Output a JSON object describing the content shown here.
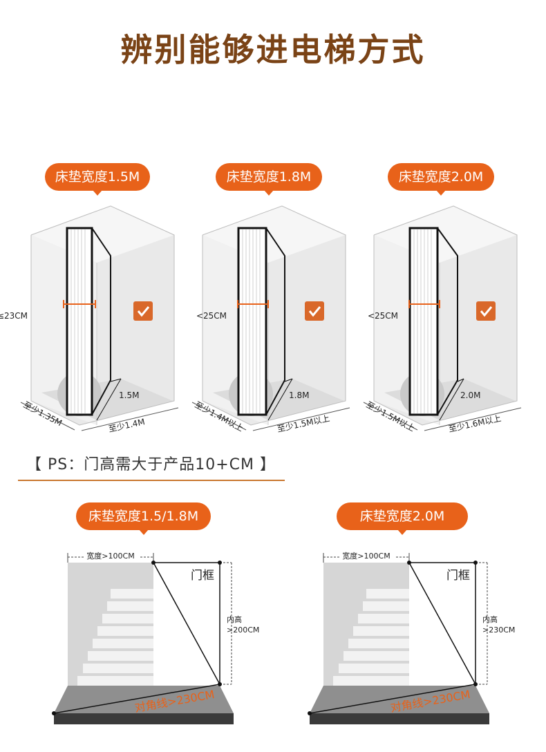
{
  "title": "辨别能够进电梯方式",
  "ps_note": "【 PS：门高需大于产品10+CM 】",
  "top_panels": [
    {
      "label": "床垫宽度1.5M",
      "thickness": "≤23CM",
      "height": "1.5M",
      "depth": "至少1.35M",
      "width": "至少1.4M"
    },
    {
      "label": "床垫宽度1.8M",
      "thickness": "<25CM",
      "height": "1.8M",
      "depth": "至少1.4M以上",
      "width": "至少1.5M以上"
    },
    {
      "label": "床垫宽度2.0M",
      "thickness": "<25CM",
      "height": "2.0M",
      "depth": "至少1.5M以上",
      "width": "至少1.6M以上"
    }
  ],
  "bottom_panels": [
    {
      "label": "床垫宽度1.5/1.8M",
      "width_note": "宽度>100CM",
      "frame": "门框",
      "inner_label": "内高",
      "inner_value": ">200CM",
      "diagonal": "对角线>230CM"
    },
    {
      "label": "床垫宽度2.0M",
      "width_note": "宽度>100CM",
      "frame": "门框",
      "inner_label": "内高",
      "inner_value": ">230CM",
      "diagonal": "对角线>230CM"
    }
  ],
  "colors": {
    "title": "#7a4316",
    "accent": "#e8621a",
    "check_box": "#d9682a"
  },
  "icons": [
    "check-icon"
  ]
}
